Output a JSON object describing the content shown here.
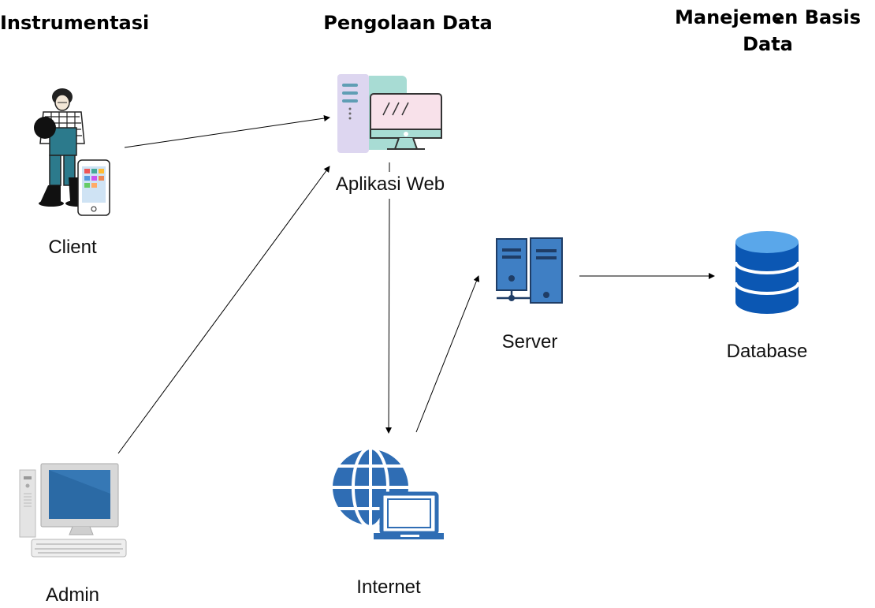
{
  "headings": {
    "instrumentasi": "Instrumentasi",
    "pengolaan": "Pengolaan Data",
    "manajemen_line1": "Manejemen Basis",
    "manajemen_line2": "Data"
  },
  "nodes": {
    "client": "Client",
    "aplikasi_web": "Aplikasi Web",
    "server": "Server",
    "database": "Database",
    "admin": "Admin",
    "internet": "Internet"
  },
  "colors": {
    "line": "#000000",
    "db_blue": "#0b57b3",
    "db_light": "#5aa7ea",
    "server_blue": "#3f7fc4",
    "globe_blue": "#2f6db4",
    "teal": "#a8dcd4",
    "lavender": "#ddd6f0",
    "pink": "#f8e1ea"
  }
}
